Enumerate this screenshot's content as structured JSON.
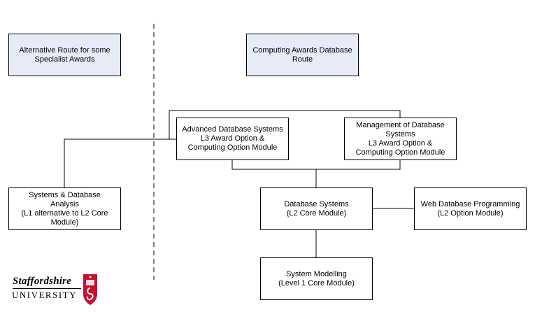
{
  "nodes": {
    "alt_route": "Alternative Route for some\nSpecialist Awards",
    "computing_route": "Computing Awards Database\nRoute",
    "advanced_db": "Advanced Database Systems\nL3 Award Option &\nComputing Option Module",
    "management_db": "Management of Database\nSystems\nL3 Award Option &\nComputing Option Module",
    "systems_db_analysis": "Systems & Database\nAnalysis\n(L1 alternative to L2 Core\nModule)",
    "database_systems": "Database Systems\n(L2 Core Module)",
    "web_db_programming": "Web Database Programming\n(L2 Option  Module)",
    "system_modelling": "System Modelling\n(Level 1 Core Module)"
  },
  "logo": {
    "line1": "Staffordshire",
    "line2": "UNIVERSITY"
  },
  "colors": {
    "header_fill": "#e6ebf7",
    "box_border": "#000000",
    "shield_red": "#c8102e"
  }
}
